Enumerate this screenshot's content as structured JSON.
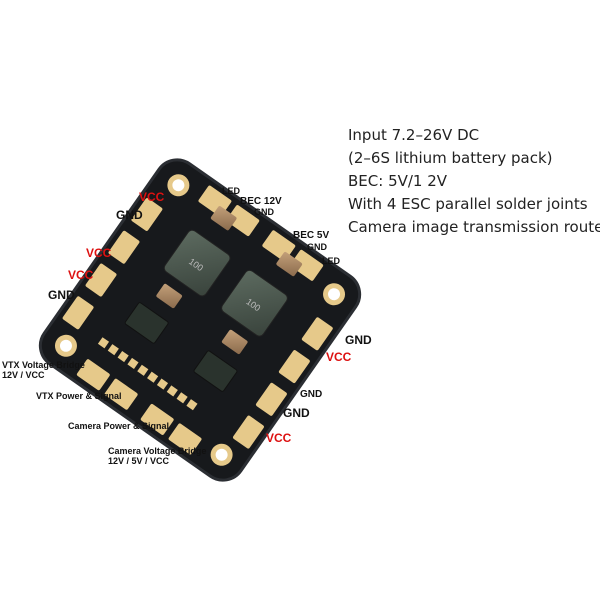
{
  "specs": [
    "Input 7.2–26V DC",
    "(2–6S lithium battery pack)",
    "BEC: 5V/1 2V",
    "With 4 ESC parallel solder joints",
    "Camera image transmission route"
  ],
  "labels": {
    "led_top": "LED",
    "bec12": "BEC 12V",
    "gnd_bec12": "GND",
    "bec5": "BEC 5V",
    "gnd_bec5": "GND",
    "led_right": "LED",
    "vcc_1": "VCC",
    "gnd_1": "GND",
    "vcc_2": "VCC",
    "vcc_3": "VCC",
    "gnd_2": "GND",
    "gnd_3": "GND",
    "vcc_4": "VCC",
    "gnd_4": "GND",
    "gnd_5": "GND",
    "vcc_5": "VCC",
    "vtx_bridge_1": "VTX Voltage Bridge",
    "vtx_bridge_2": "12V / VCC",
    "vtx_power": "VTX Power & Signal",
    "cam_power": "Camera Power & Signal",
    "cam_bridge_1": "Camera Voltage Bridge",
    "cam_bridge_2": "12V / 5V / VCC"
  },
  "colors": {
    "board": "#15171a",
    "pad": "#e6c98a",
    "vcc": "#d11111",
    "gnd": "#111111"
  }
}
